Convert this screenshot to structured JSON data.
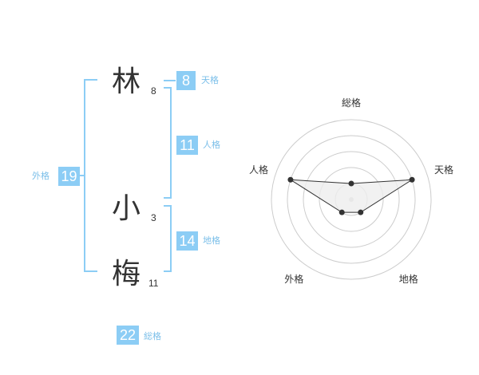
{
  "name": {
    "chars": [
      {
        "char": "林",
        "strokes": "8"
      },
      {
        "char": "小",
        "strokes": "3"
      },
      {
        "char": "梅",
        "strokes": "11"
      }
    ]
  },
  "fortune": {
    "tenkaku": {
      "value": "8",
      "label": "天格"
    },
    "jinkaku": {
      "value": "11",
      "label": "人格"
    },
    "chikaku": {
      "value": "14",
      "label": "地格"
    },
    "gaikaku": {
      "value": "19",
      "label": "外格"
    },
    "soukaku": {
      "value": "22",
      "label": "総格"
    }
  },
  "chart_data": {
    "type": "radar",
    "axes": [
      "総格",
      "天格",
      "地格",
      "外格",
      "人格"
    ],
    "values": [
      1,
      4,
      1,
      1,
      4
    ],
    "max": 5,
    "line_color": "#333333",
    "fill_color": "#eeeeee",
    "ring_color": "#cccccc"
  },
  "colors": {
    "accent": "#8ccdf5",
    "label": "#7bbfe9"
  }
}
